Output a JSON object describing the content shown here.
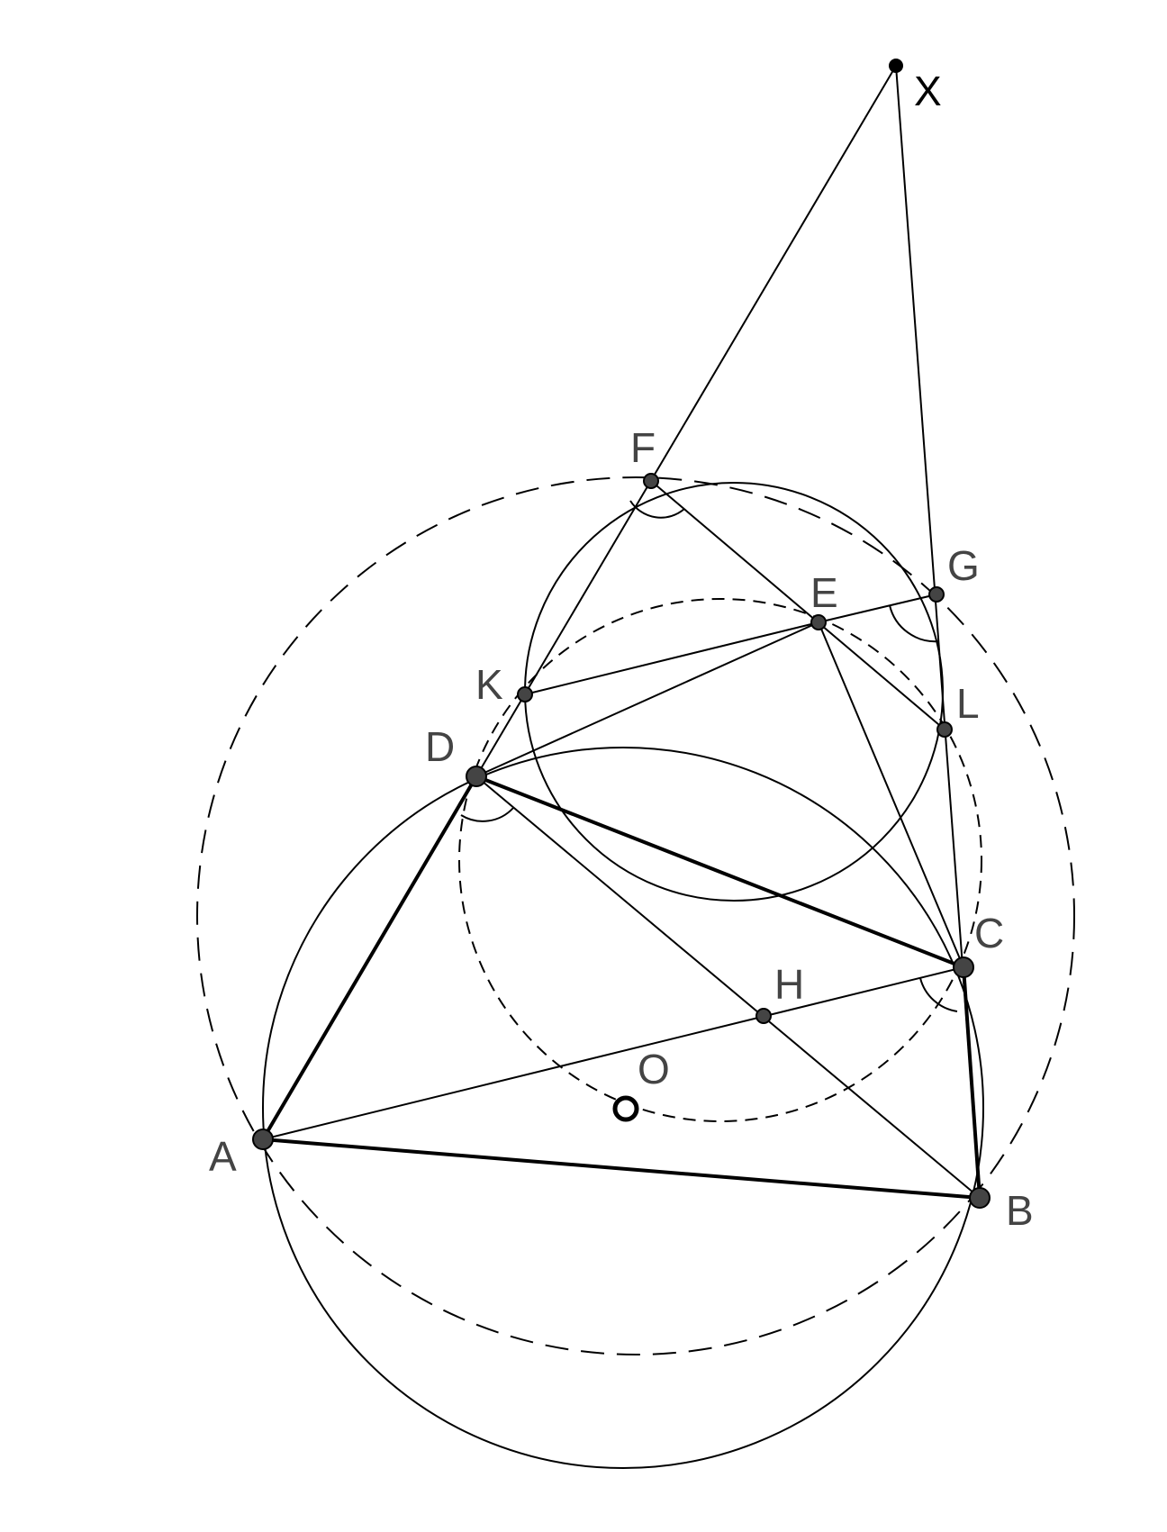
{
  "labels": {
    "X": "X",
    "F": "F",
    "G": "G",
    "E": "E",
    "K": "K",
    "L": "L",
    "D": "D",
    "C": "C",
    "H": "H",
    "O": "O",
    "A": "A",
    "B": "B"
  }
}
